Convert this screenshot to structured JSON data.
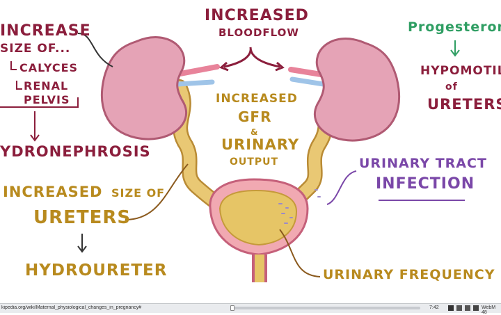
{
  "labels": {
    "increased_bloodflow_line1": "Increased",
    "increased_bloodflow_line2": "Bloodflow",
    "increase_size_of": "Increase",
    "size_of": "size of...",
    "calyces": "Calyces",
    "renal": "Renal",
    "pelvis": "Pelvis",
    "hydronephrosis": "ydronephrosis",
    "progesterone": "Progesteron",
    "hypomotility": "Hypomotilit",
    "of": "of",
    "ureters_right": "Ureters",
    "increased_gfr_line1": "Increased",
    "gfr": "GFR",
    "ampersand": "&",
    "urinary": "Urinary",
    "output": "Output",
    "uti_line1": "Urinary Tract",
    "uti_line2": "Infection",
    "increased_size_of_ureters_line1": "Increased",
    "increased_size_of_ureters_size_of": "size of",
    "ureters_left": "Ureters",
    "hydroureter": "Hydroureter",
    "urinary_frequency": "Urinary Frequency"
  },
  "player": {
    "url": "kipedia.org/wiki/Maternal_physiological_changes_in_pregnancy#",
    "time": "7:42",
    "format": "WebM 48",
    "progress": 0.01
  },
  "colors": {
    "kidney": "#e5a3b6",
    "ureter": "#e9c874",
    "bladder_wall": "#f1a9b2",
    "maroon_text": "#8b1e3c",
    "green_text": "#2f9e63",
    "gold_text": "#b88a1e",
    "purple_text": "#7a47a8"
  }
}
